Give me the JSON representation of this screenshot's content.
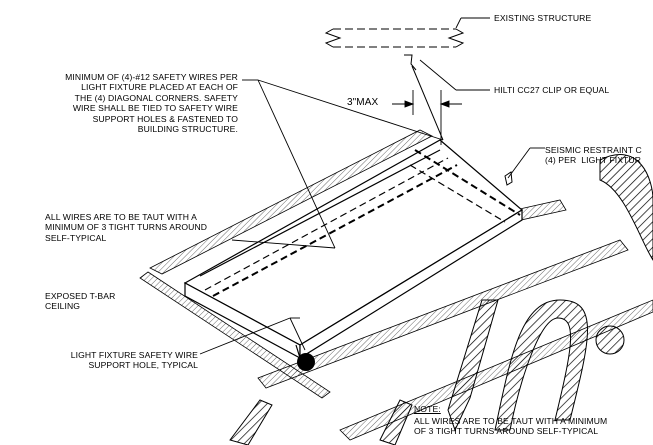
{
  "labels": {
    "existing_structure": "EXISTING STRUCTURE",
    "hilti_clip": "HILTI CC27 CLIP OR EQUAL",
    "safety_wires": "MINIMUM OF (4)-#12 SAFETY WIRES PER\nLIGHT FIXTURE PLACED AT EACH OF\nTHE (4) DIAGONAL CORNERS. SAFETY\nWIRE SHALL BE TIED TO SAFETY WIRE\nSUPPORT HOLES & FASTENED TO\nBUILDING STRUCTURE.",
    "dimension": "3\"MAX",
    "seismic_restraint": "SEISMIC RESTRAINT C\n(4) PER  LIGHT FIXTUR",
    "taut_wires": "ALL WIRES ARE TO BE TAUT WITH A\nMINIMUM OF 3 TIGHT TURNS AROUND\nSELF-TYPICAL",
    "tbar_ceiling": "EXPOSED T-BAR\nCEILING",
    "support_hole": "LIGHT FIXTURE SAFETY WIRE\nSUPPORT HOLE, TYPICAL",
    "note_title": "NOTE:",
    "note_body": "ALL WIRES ARE TO BE TAUT WITH A MINIMUM\nOF 3 TIGHT TURNS AROUND SELF-TYPICAL"
  },
  "colors": {
    "line": "#000000",
    "background": "#ffffff",
    "hatch": "#333333"
  }
}
